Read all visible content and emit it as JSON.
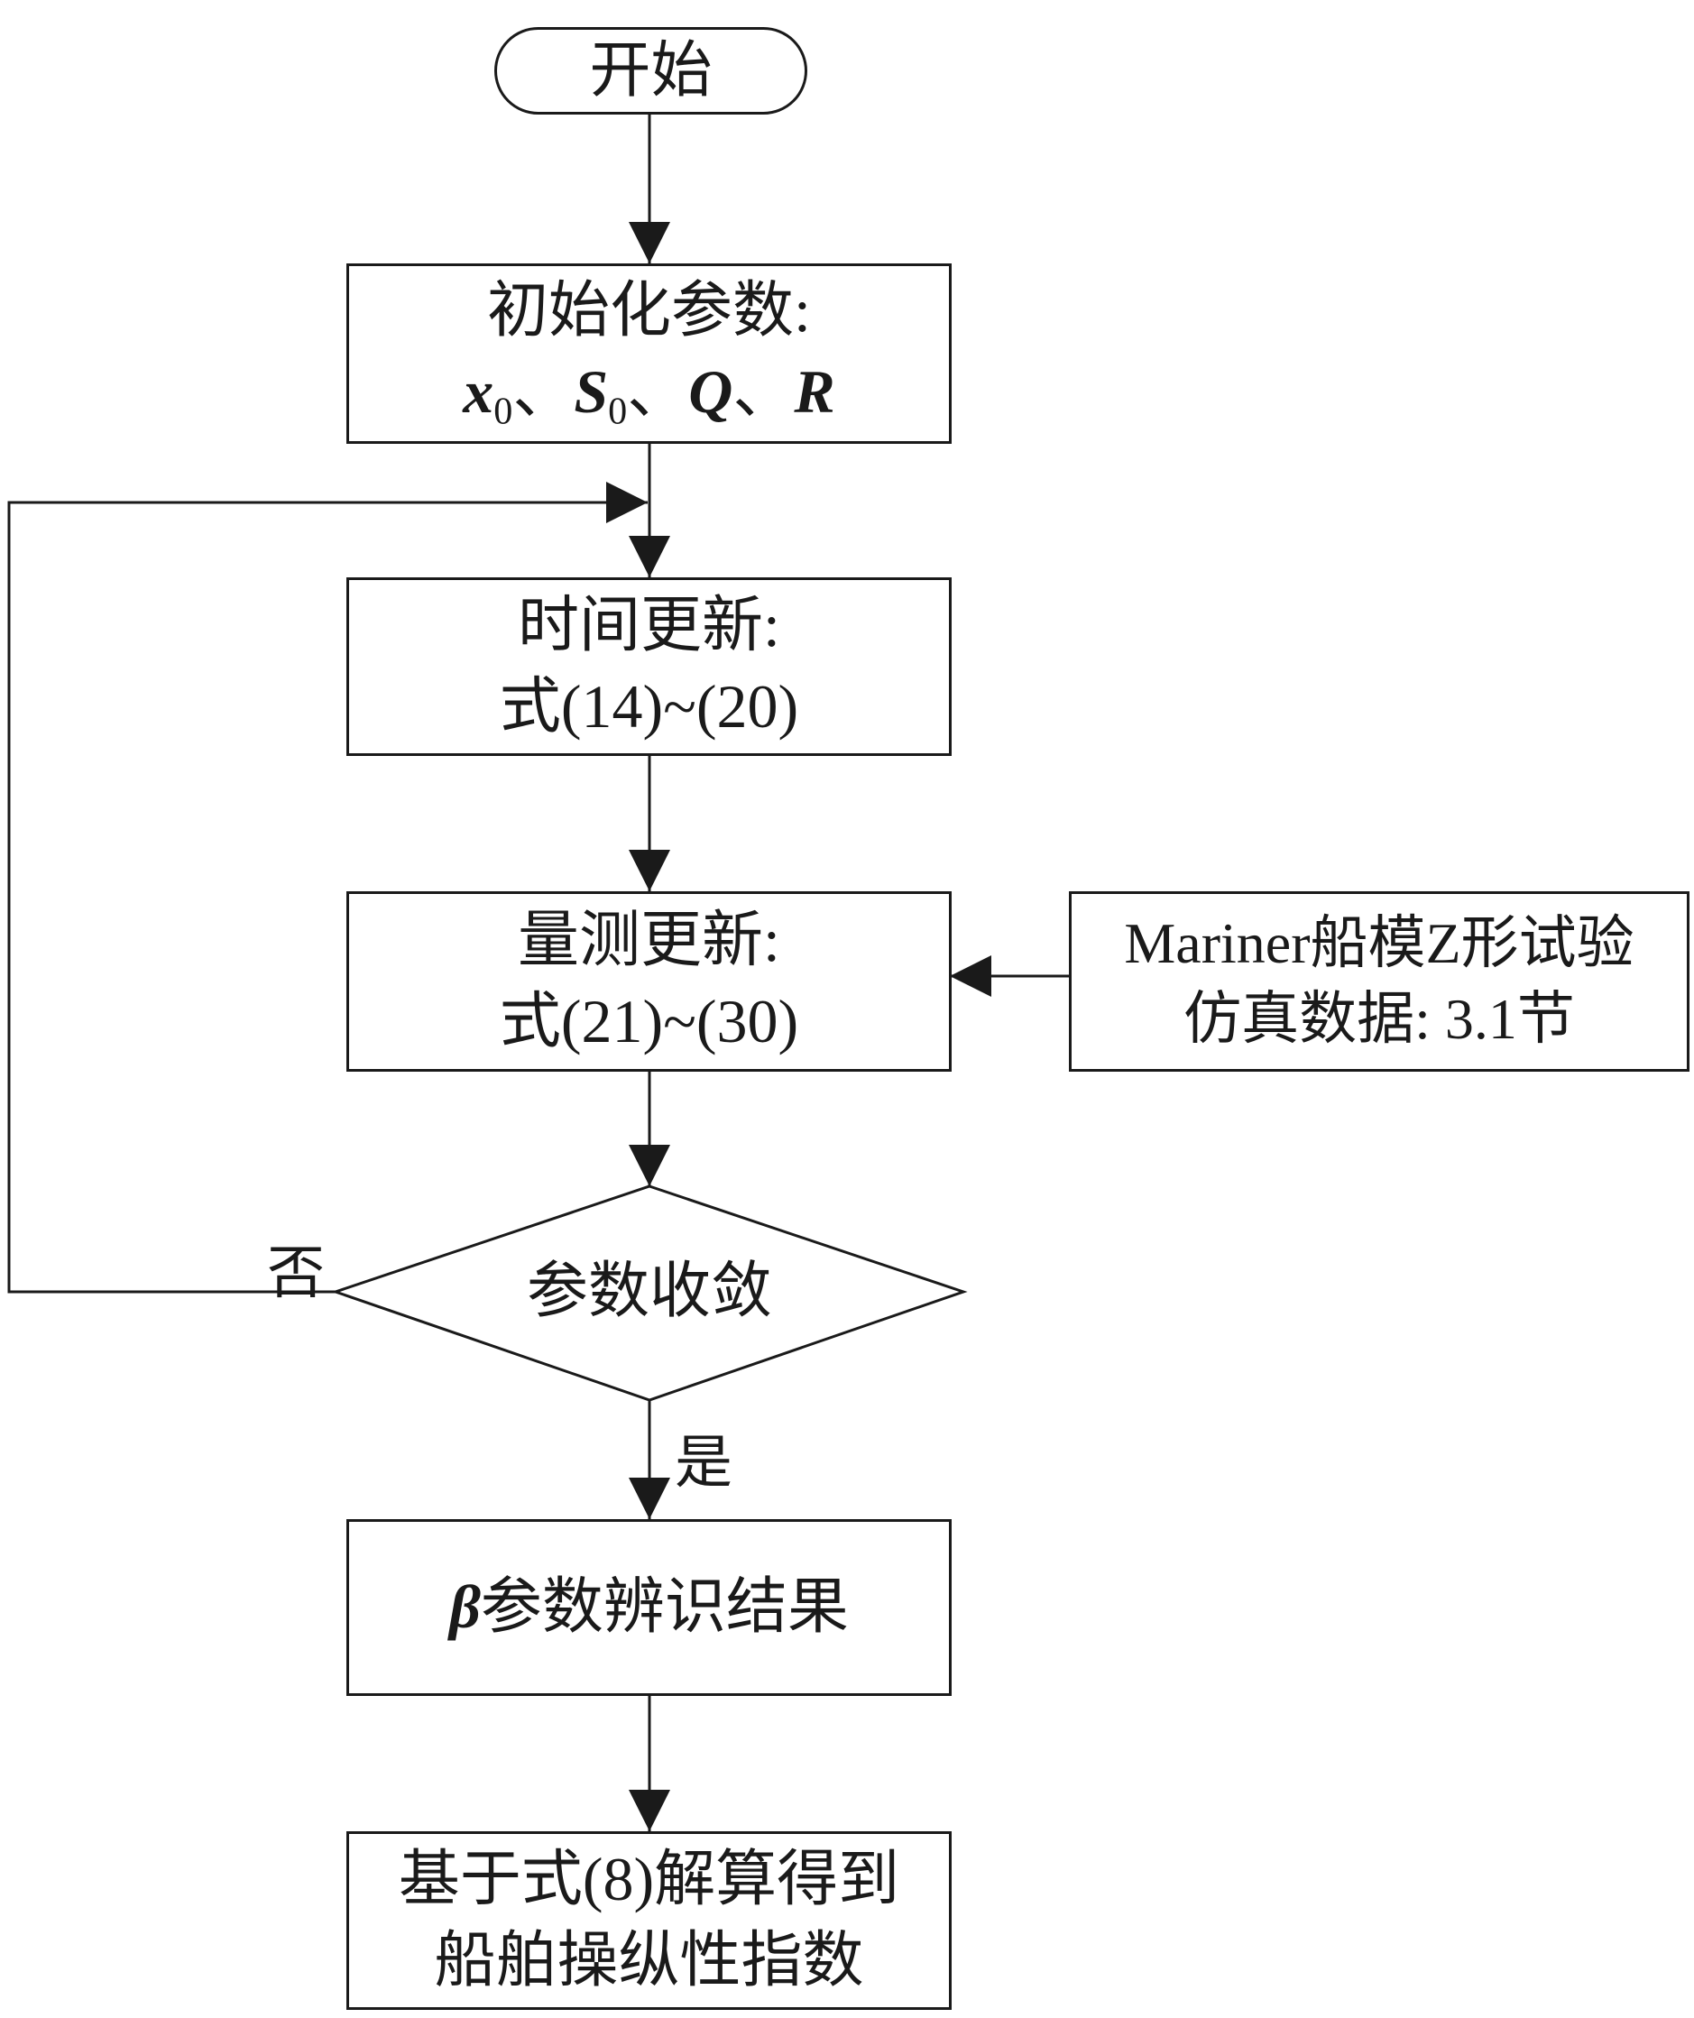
{
  "nodes": {
    "start": {
      "text": "开始"
    },
    "init": {
      "line1": "初始化参数:",
      "vars": [
        "x",
        "S",
        "Q",
        "R"
      ],
      "sub0": "0",
      "sep": "、"
    },
    "time_update": {
      "line1": "时间更新:",
      "line2": "式(14)~(20)"
    },
    "meas_update": {
      "line1": "量测更新:",
      "line2": "式(21)~(30)"
    },
    "sim_data": {
      "line1": "Mariner船模Z形试验",
      "line2": "仿真数据: 3.1节"
    },
    "decision": {
      "text": "参数收敛"
    },
    "result": {
      "symbol": "β",
      "text": "参数辨识结果"
    },
    "final": {
      "line1": "基于式(8)解算得到",
      "line2": "船舶操纵性指数"
    }
  },
  "edges": {
    "no_label": "否",
    "yes_label": "是"
  },
  "colors": {
    "stroke": "#1a1a1a",
    "background": "#ffffff"
  }
}
